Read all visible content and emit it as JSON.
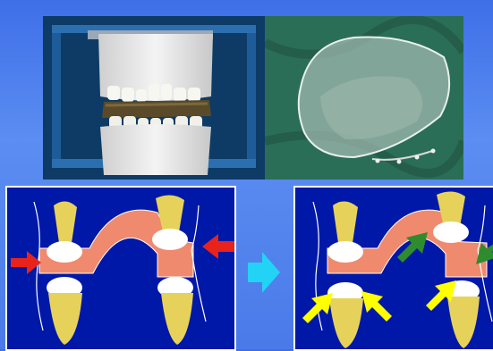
{
  "slide": {
    "background_color": "#4a7ae8"
  },
  "photos": [
    {
      "name": "articulator-dental-casts",
      "description_icon": "articulator-photo"
    },
    {
      "name": "clear-occlusal-splint",
      "description_icon": "splint-photo"
    }
  ],
  "diagrams": {
    "left": {
      "arrow_color": "#e8231b",
      "arrow_count": 2
    },
    "right": {
      "arrow_colors": [
        "#2e8b2e",
        "#ffff00"
      ],
      "arrow_count": 5
    }
  },
  "colors": {
    "diagram_bg": "#0018a8",
    "splint": "#f08a6e",
    "tooth": "#ffffff",
    "root": "#e6d25a",
    "red_arrow": "#e8231b",
    "green_arrow": "#2e8b2e",
    "yellow_arrow": "#ffff00",
    "transition_arrow": "#22d3f5"
  }
}
